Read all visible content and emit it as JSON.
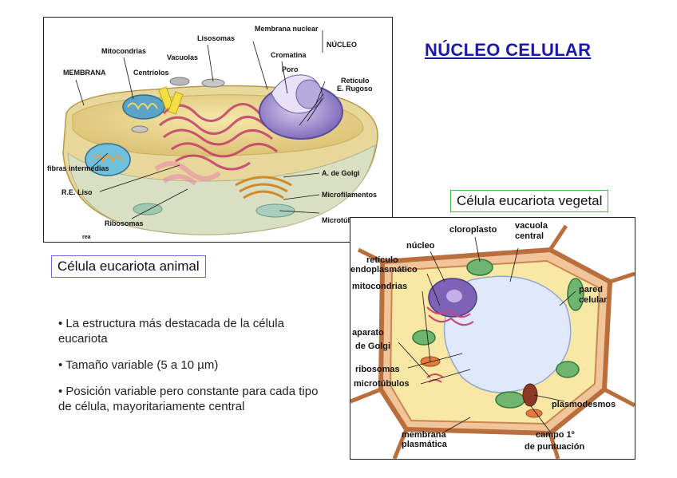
{
  "title": "NÚCLEO CELULAR",
  "animal": {
    "caption": "Célula eucariota animal",
    "labels": {
      "membrana": "MEMBRANA",
      "mitocondrias": "Mitocondrias",
      "lisosomas": "Lisosomas",
      "membrana_nuclear": "Membrana nuclear",
      "nucleo": "NÚCLEO",
      "vacuolas": "Vacuolas",
      "centriolos": "Centríolos",
      "cromatina": "Cromatina",
      "poro": "Poro",
      "reticulo": "Retículo",
      "e_rugoso": "E. Rugoso",
      "fibras": "fibras intermedias",
      "golgi": "A. de Golgi",
      "re_liso": "R.E. Liso",
      "microfilamentos": "Microfilamentos",
      "ribosomas": "Ribosomas",
      "microtubulos": "Microtúbulos",
      "cut": "rea"
    }
  },
  "plant": {
    "caption": "Célula eucariota vegetal",
    "labels": {
      "cloroplasto": "cloroplasto",
      "vacuola": "vacuola",
      "central": "central",
      "nucleo": "núcleo",
      "reticulo": "retículo",
      "endoplasmatico": "endoplasmático",
      "mitocondrias": "mitocondrias",
      "pared": "pared",
      "celular": "celular",
      "aparato": "aparato",
      "de_golgi": "de Golgi",
      "ribosomas": "ribosomas",
      "microtubulos": "microtúbulos",
      "plasmodesmos": "plasmodesmos",
      "membrana": "membrana",
      "plasmatica": "plasmática",
      "campo": "campo 1º",
      "puntuacion": "de puntuación"
    }
  },
  "bullets": [
    "• La estructura más destacada de la célula eucariota",
    "• Tamaño variable (5 a 10 µm)",
    "• Posición variable pero constante para cada tipo de célula, mayoritariamente central"
  ]
}
